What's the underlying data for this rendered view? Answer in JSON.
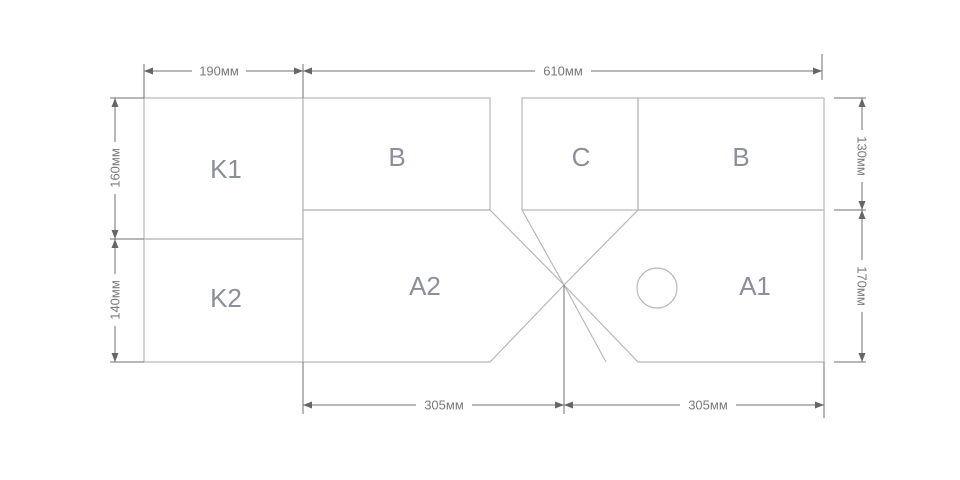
{
  "zones": {
    "k1": "K1",
    "k2": "K2",
    "b_left": "B",
    "c": "C",
    "b_right": "B",
    "a2": "A2",
    "a1": "A1"
  },
  "dimensions": {
    "top_left": "190мм",
    "top_main": "610мм",
    "left_upper": "160мм",
    "left_lower": "140мм",
    "right_upper": "130мм",
    "right_lower": "170мм",
    "bottom_left": "305мм",
    "bottom_right": "305мм"
  }
}
